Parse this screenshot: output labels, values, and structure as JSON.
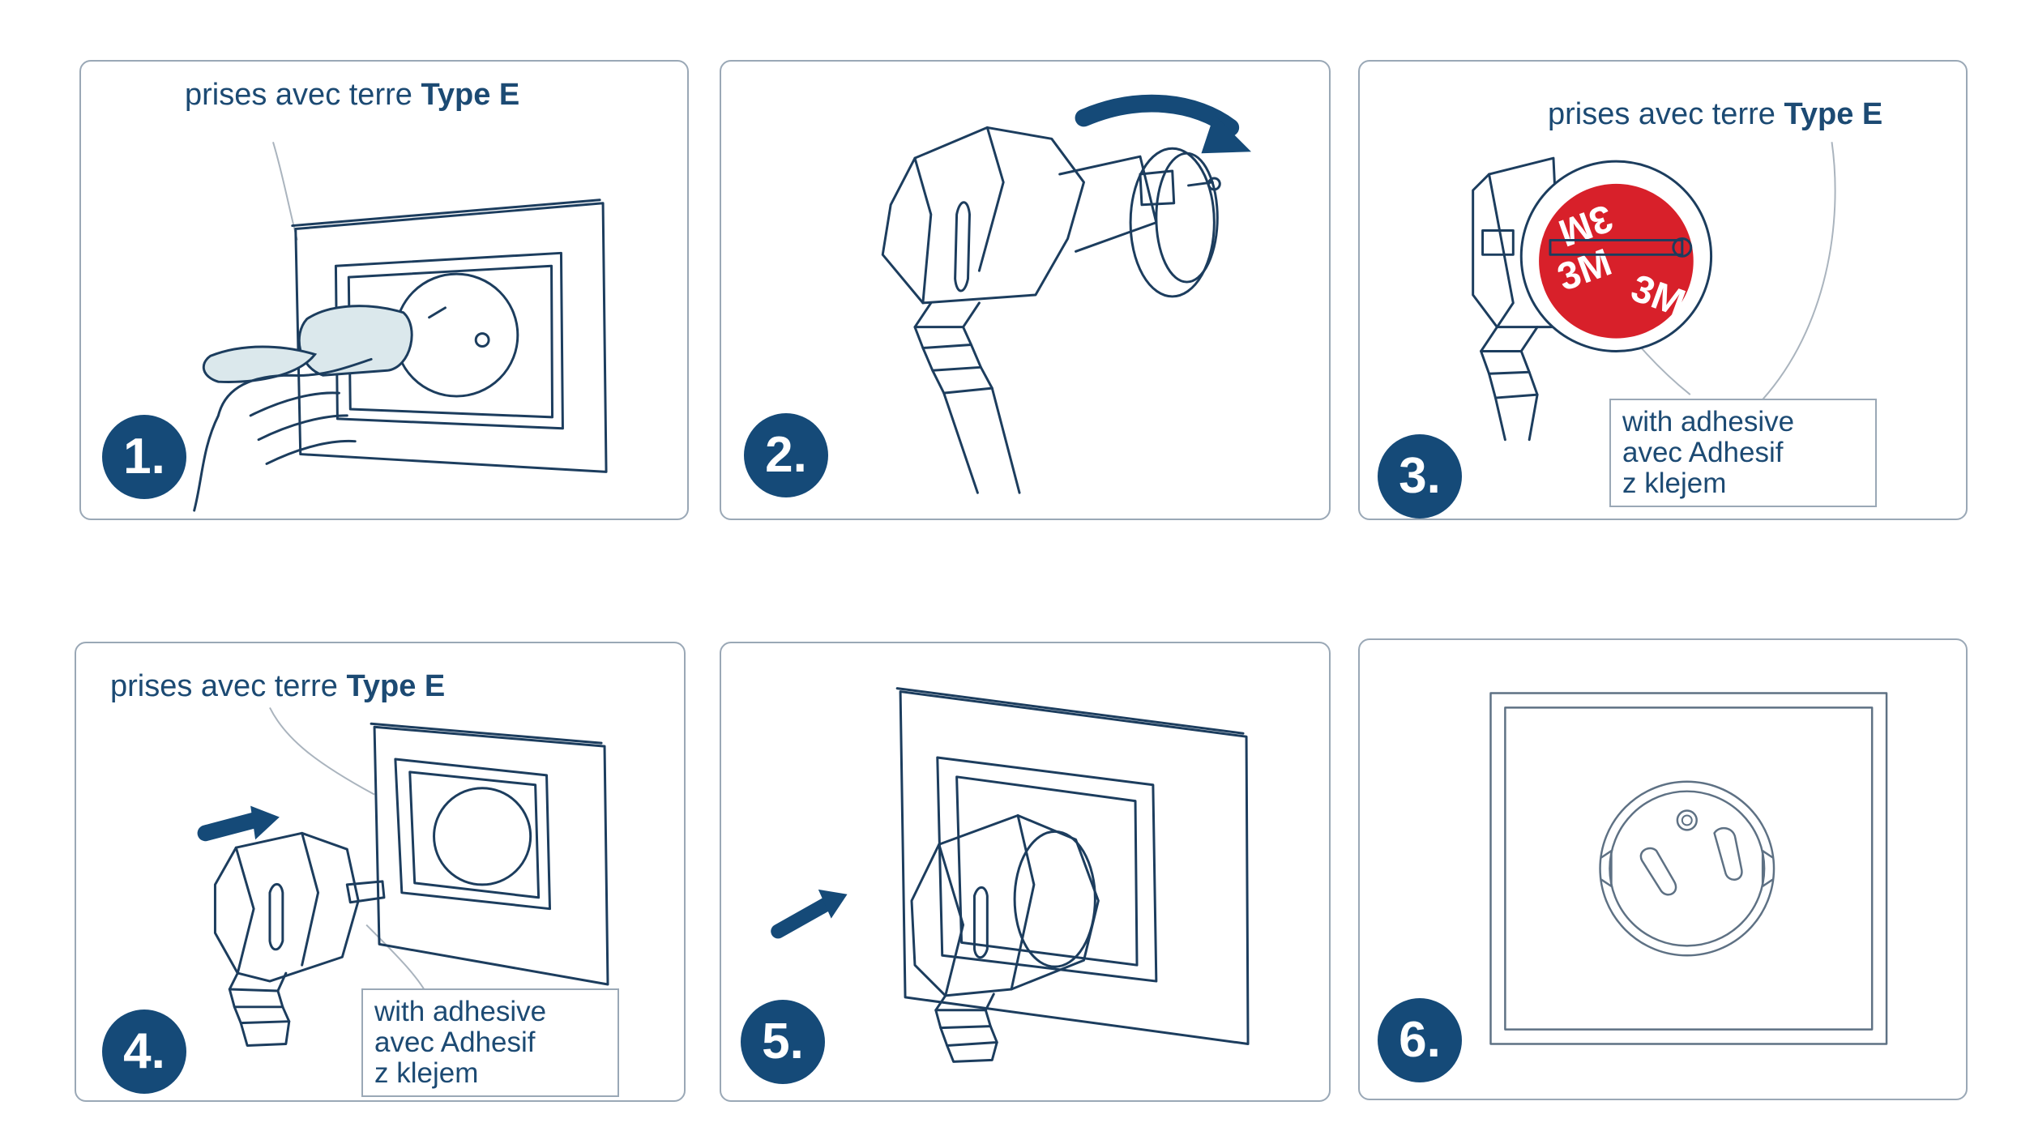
{
  "panels": [
    {
      "number": "1.",
      "label_prefix": "prises avec terre ",
      "label_bold": "Type E"
    },
    {
      "number": "2."
    },
    {
      "number": "3.",
      "label_prefix": "prises avec terre ",
      "label_bold": "Type E",
      "note": [
        "with adhesive",
        "avec Adhesif",
        "z klejem"
      ],
      "sticker_text": "3M"
    },
    {
      "number": "4.",
      "label_prefix": "prises avec terre ",
      "label_bold": "Type E",
      "note": [
        "with adhesive",
        "avec Adhesif",
        "z klejem"
      ]
    },
    {
      "number": "5."
    },
    {
      "number": "6."
    }
  ],
  "colors": {
    "badge": "#154a78",
    "ink": "#1c3d5e",
    "sticker": "#d8202a",
    "arrow": "#154a78",
    "cloth": "#dbe8ec"
  }
}
